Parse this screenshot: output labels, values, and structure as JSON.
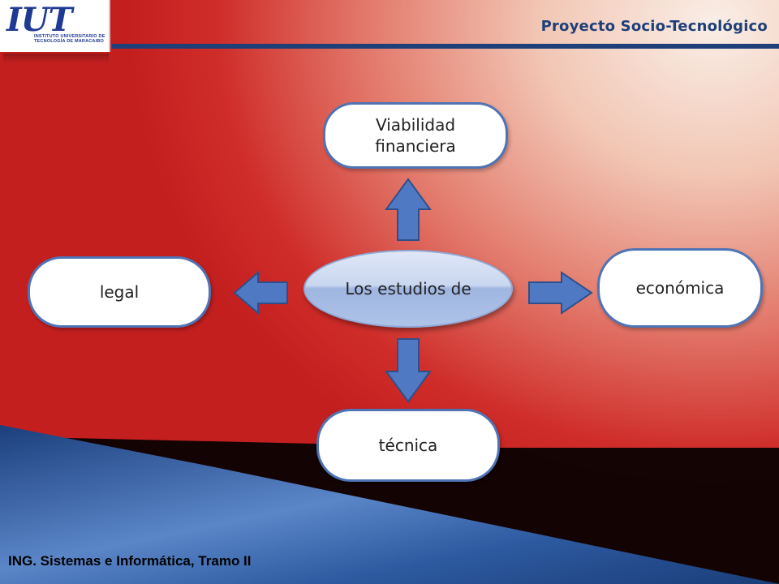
{
  "header": {
    "title": "Proyecto Socio-Tecnológico",
    "logo_mark": "IUT",
    "logo_sub": "INSTITUTO UNIVERSITARIO DE TECNOLOGÍA DE MARACAIBO"
  },
  "footer": {
    "text": "ING. Sistemas e Informática, Tramo II"
  },
  "diagram": {
    "center": "Los estudios de",
    "nodes": {
      "top": "Viabilidad financiera",
      "left": "legal",
      "right": "económica",
      "bottom": "técnica"
    }
  },
  "colors": {
    "arrow_fill": "#4f7ac3",
    "node_border": "#4f73b5",
    "header_blue": "#1e3f78"
  }
}
